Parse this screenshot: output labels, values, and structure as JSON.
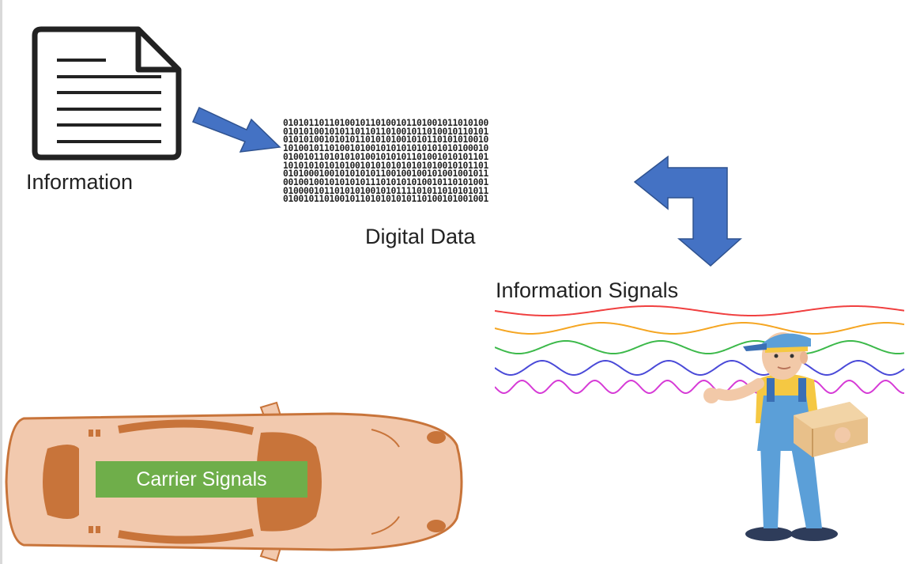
{
  "labels": {
    "information": "Information",
    "digital_data": "Digital Data",
    "information_signals": "Information Signals",
    "carrier_signals": "Carrier Signals"
  },
  "binary_lines": [
    "0101011011010010110100101101001011010100",
    "0101010010101101101101001011010010110101",
    "0101010010101011010101001010110101010010",
    "1010010110100101001010101010101010100010",
    "0100101101010101001010101101001010101101",
    "1010101010101001010101010101010010101101",
    "0101000100101010101100100100101001001011",
    "0010010010101010111010101010010110101001",
    "0100001011010101001010111101011010101011",
    "0100101101001011010101010110100101001001"
  ],
  "colors": {
    "arrow": "#4472c4",
    "carrier_badge": "#6fae4a",
    "car_body": "#f2c9ae",
    "car_dark": "#c8743a",
    "wave_red": "#f04040",
    "wave_orange": "#f5a623",
    "wave_green": "#3cb94a",
    "wave_blue": "#4a4ad8",
    "wave_magenta": "#d63bd6"
  },
  "icons": [
    "document-icon",
    "arrow-right-down-icon",
    "arrow-elbow-icon",
    "car-icon",
    "delivery-man-icon"
  ]
}
